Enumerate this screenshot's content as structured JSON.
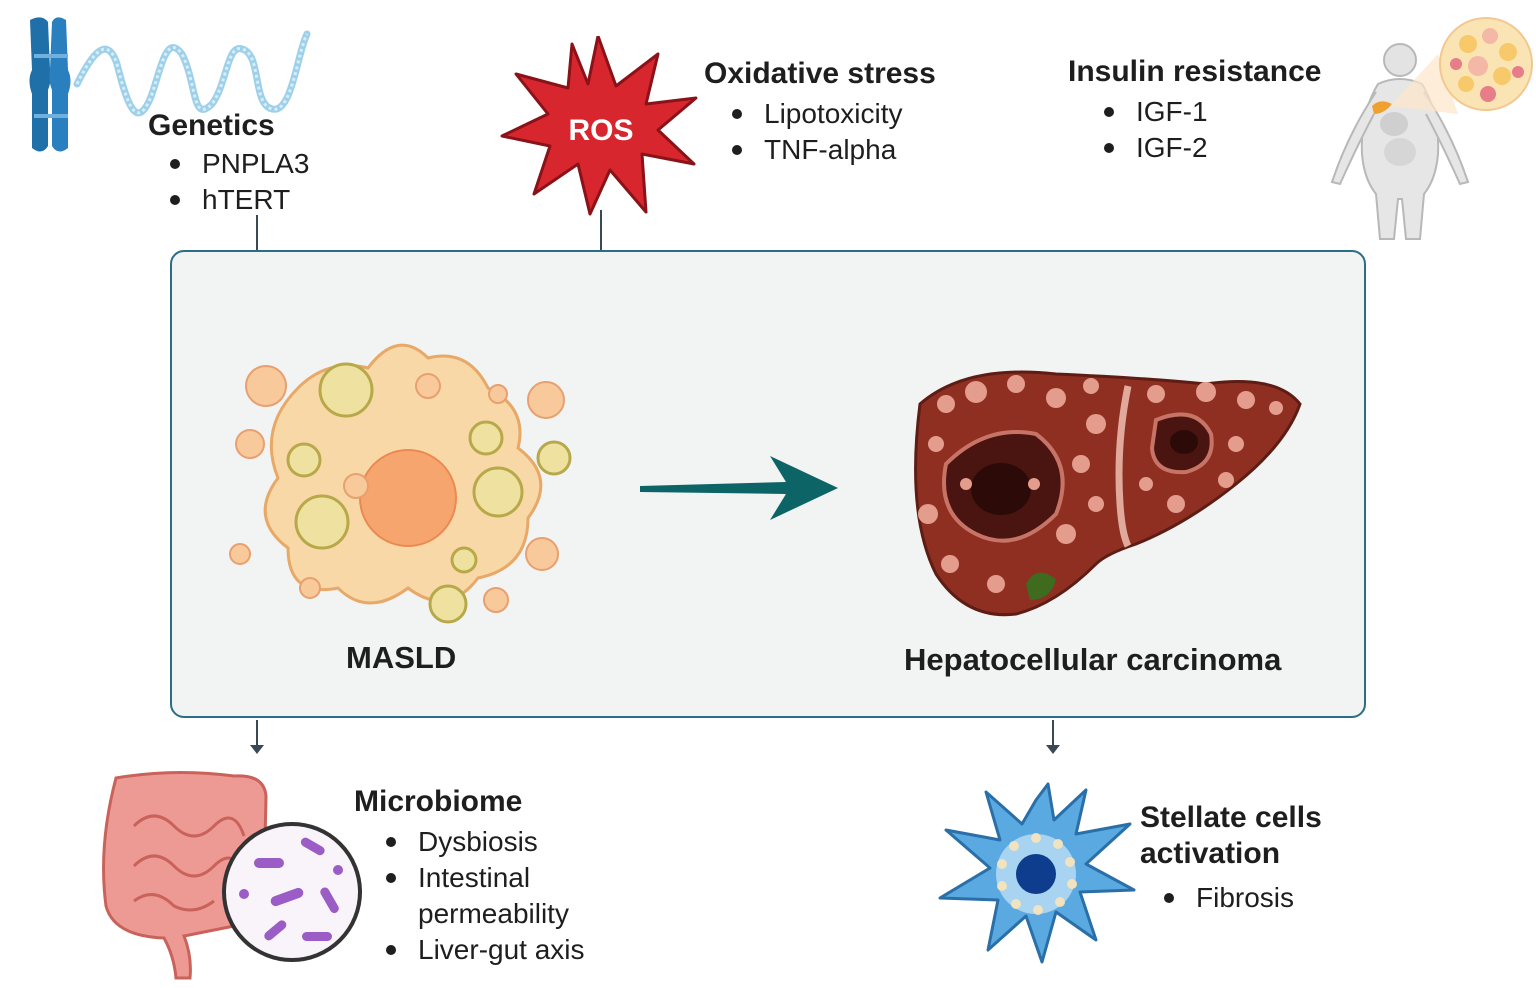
{
  "genetics": {
    "title": "Genetics",
    "items": [
      "PNPLA3",
      "hTERT"
    ]
  },
  "oxidative": {
    "badge": "ROS",
    "title": "Oxidative stress",
    "items": [
      "Lipotoxicity",
      "TNF-alpha"
    ]
  },
  "insulin": {
    "title": "Insulin resistance",
    "items": [
      "IGF-1",
      "IGF-2"
    ]
  },
  "center": {
    "left_label": "MASLD",
    "right_label": "Hepatocellular carcinoma"
  },
  "microbiome": {
    "title": "Microbiome",
    "items": [
      "Dysbiosis",
      "Intestinal permeability",
      "Liver-gut axis"
    ]
  },
  "stellate": {
    "title_line1": "Stellate cells",
    "title_line2": "activation",
    "items": [
      "Fibrosis"
    ]
  },
  "colors": {
    "box_border": "#2a6e86",
    "box_fill": "#f1f4f2",
    "arrow": "#0d6466",
    "ros_red": "#d8262f",
    "chromosome": "#1f6fa8"
  }
}
